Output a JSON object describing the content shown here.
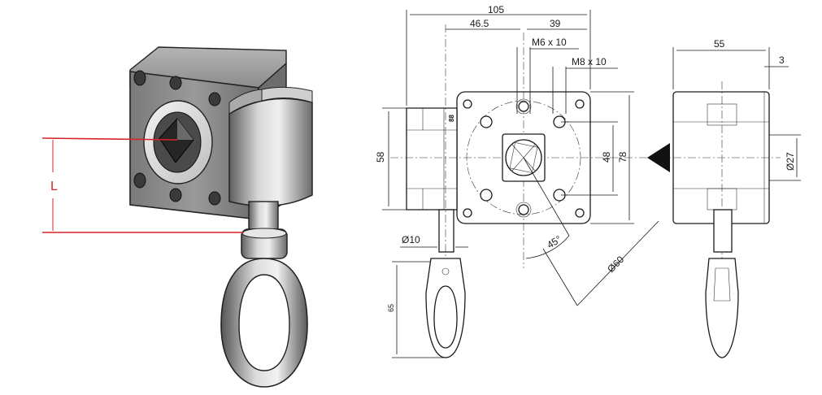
{
  "product_view": {
    "length_label": "L",
    "colors": {
      "accent_red": "#d8232a",
      "body_gray": "#8a8a8a",
      "shaft_gray": "#c8c8c8"
    }
  },
  "front_view": {
    "dims": {
      "overall_width": "105",
      "to_center_left": "46.5",
      "to_center_right": "39",
      "thread_small": "M6 x 10",
      "thread_large": "M8 x 10",
      "height_left": "58",
      "bracket_label": "88",
      "hole_spacing": "48",
      "plate_height": "78",
      "angle": "45°",
      "pitch_circle": "Ø60",
      "shaft_diameter": "Ø10",
      "eye_height": "65"
    }
  },
  "side_view": {
    "dims": {
      "overall_width": "55",
      "offset": "3",
      "shaft_diameter": "Ø27"
    }
  }
}
